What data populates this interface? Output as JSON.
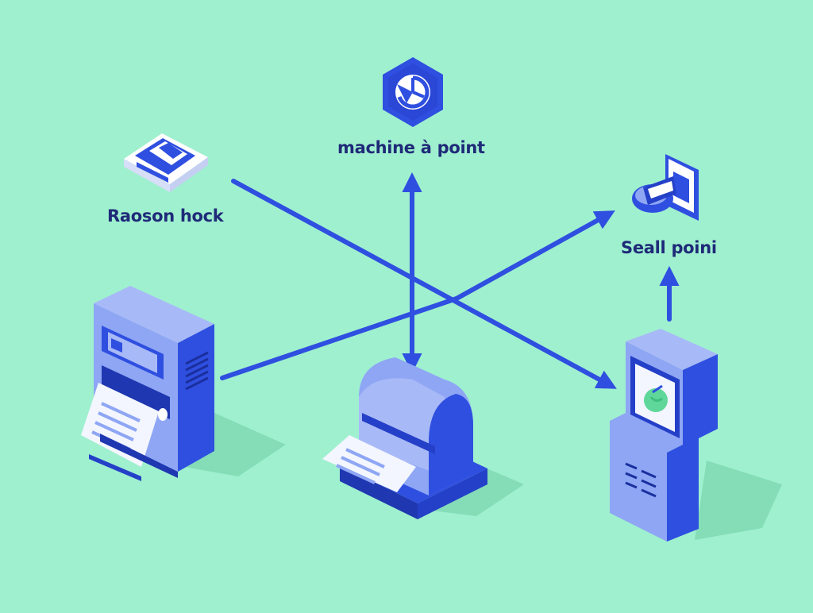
{
  "labels": {
    "top": "machine à point",
    "left": "Raoson hock",
    "right": "Seall poini"
  },
  "icons": {
    "top": "clock-icon",
    "left": "card-reader-icon",
    "right": "card-slot-icon"
  },
  "devices": [
    "receipt-printer",
    "roll-printer",
    "kiosk-terminal"
  ],
  "colors": {
    "background": "#9ff0cf",
    "primary": "#2f4fe0",
    "primary_light": "#8ea6f4",
    "primary_dark": "#2440c8",
    "text": "#1f2a78",
    "paper": "#f3f6ff",
    "screen_accent": "#5fd79a"
  }
}
